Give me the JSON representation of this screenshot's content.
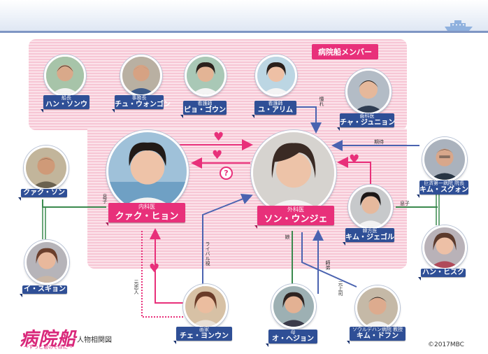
{
  "colors": {
    "accent_pink": "#e8307a",
    "tag_blue": "#2f4f96",
    "line_blue": "#4a63b0",
    "line_green": "#3a8a4e",
    "line_pink": "#e8307a"
  },
  "header": {
    "member_label": "病院船メンバー",
    "ship_icon": "ship-icon"
  },
  "people": [
    {
      "id": "han_sonu",
      "role": "船長",
      "name": "ハン・ソンウ"
    },
    {
      "id": "chu_wongon",
      "role": "事務長",
      "name": "チュ・ウォンゴン"
    },
    {
      "id": "pyo_goun",
      "role": "看護師",
      "name": "ピョ・ゴウン"
    },
    {
      "id": "yu_arim",
      "role": "看護師",
      "name": "ユ・アリム"
    },
    {
      "id": "cha_junyon",
      "role": "歯科医",
      "name": "チャ・ジュニョン"
    },
    {
      "id": "kwak_hyon",
      "role": "内科医",
      "name": "クァク・ヒョン"
    },
    {
      "id": "son_unje",
      "role": "外科医",
      "name": "ソン・ウンジェ"
    },
    {
      "id": "kwak_son",
      "role": "",
      "name": "クァク・ソン"
    },
    {
      "id": "i_sugon",
      "role": "",
      "name": "イ・スギョン"
    },
    {
      "id": "kim_sugwon",
      "role": "巨済第一病院 院長",
      "name": "キム・スグォン"
    },
    {
      "id": "kim_jegol",
      "role": "韓方医",
      "name": "キム・ジェゴル"
    },
    {
      "id": "han_hisuku",
      "role": "",
      "name": "ハン・ヒスク"
    },
    {
      "id": "che_yonun",
      "role": "画家",
      "name": "チェ・ヨンウン"
    },
    {
      "id": "o_hejon",
      "role": "母",
      "name": "オ・ヘジョン"
    },
    {
      "id": "kim_dofun",
      "role": "ソウルデハン病院 教授",
      "name": "キム・ドフン"
    }
  ],
  "relations": {
    "akogare": "憧れ",
    "kitai": "期待",
    "musuko1": "息子",
    "musuko2": "息子",
    "haha": "娘",
    "rival": "ライバル視",
    "motokoibito": "元恋人",
    "shitei": "師弟",
    "motojoushi": "元上司"
  },
  "title": {
    "main": "病院船",
    "sub": "〜ずっと君のそばに〜",
    "chart": "人物相関図"
  },
  "copyright": "©2017MBC"
}
